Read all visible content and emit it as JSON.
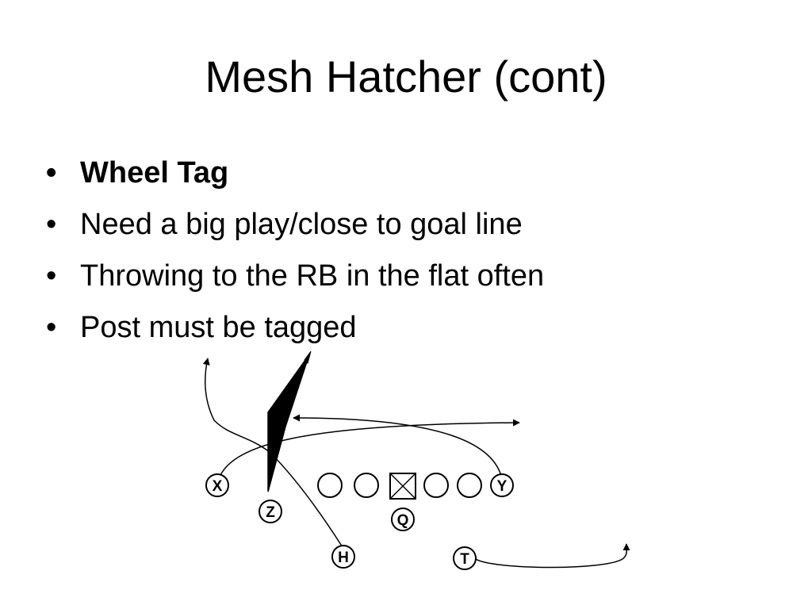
{
  "slide": {
    "title": "Mesh Hatcher (cont)",
    "bullets": [
      {
        "text": "Wheel Tag",
        "bold": true
      },
      {
        "text": "Need a big play/close to goal line",
        "bold": false
      },
      {
        "text": "Throwing to the RB in the flat often",
        "bold": false
      },
      {
        "text": "Post must be tagged",
        "bold": false
      }
    ]
  },
  "diagram": {
    "players": {
      "x": "X",
      "y": "Y",
      "z": "Z",
      "q": "Q",
      "h": "H",
      "t": "T"
    }
  }
}
